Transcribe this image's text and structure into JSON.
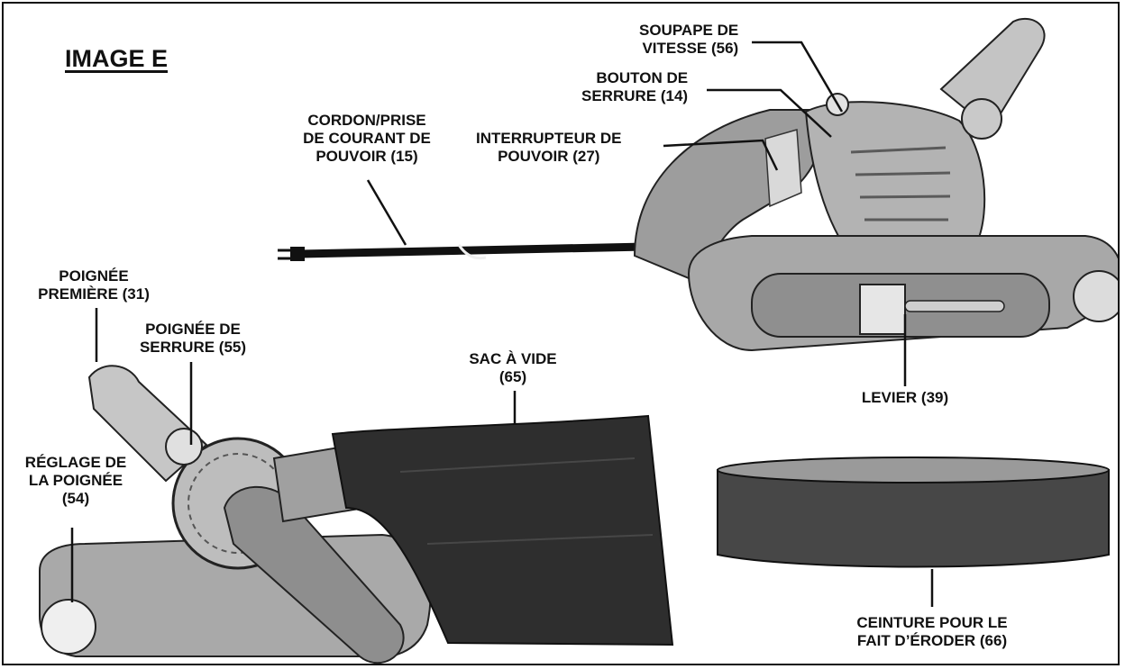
{
  "title": "IMAGE E",
  "colors": {
    "ink": "#111111",
    "tool_body": "#b9b9b9",
    "tool_dark": "#6f6f6f",
    "bag": "#2a2a2a",
    "belt": "#4a4a4a"
  },
  "labels": {
    "speed_valve": [
      "SOUPAPE DE",
      "VITESSE (56)"
    ],
    "lock_button": [
      "BOUTON DE",
      "SERRURE (14)"
    ],
    "power_cord": [
      "CORDON/PRISE",
      "DE COURANT DE",
      "POUVOIR (15)"
    ],
    "power_switch": [
      "INTERRUPTEUR DE",
      "POUVOIR (27)"
    ],
    "front_handle": [
      "POIGNÉE",
      "PREMIÈRE (31)"
    ],
    "lock_handle": [
      "POIGNÉE DE",
      "SERRURE (55)"
    ],
    "dust_bag": [
      "SAC À VIDE",
      "(65)"
    ],
    "lever": [
      "LEVIER (39)"
    ],
    "handle_adjust": [
      "RÉGLAGE DE",
      "LA POIGNÉE",
      "(54)"
    ],
    "sanding_belt": [
      "CEINTURE POUR LE",
      "FAIT D’ÉRODER (66)"
    ]
  }
}
